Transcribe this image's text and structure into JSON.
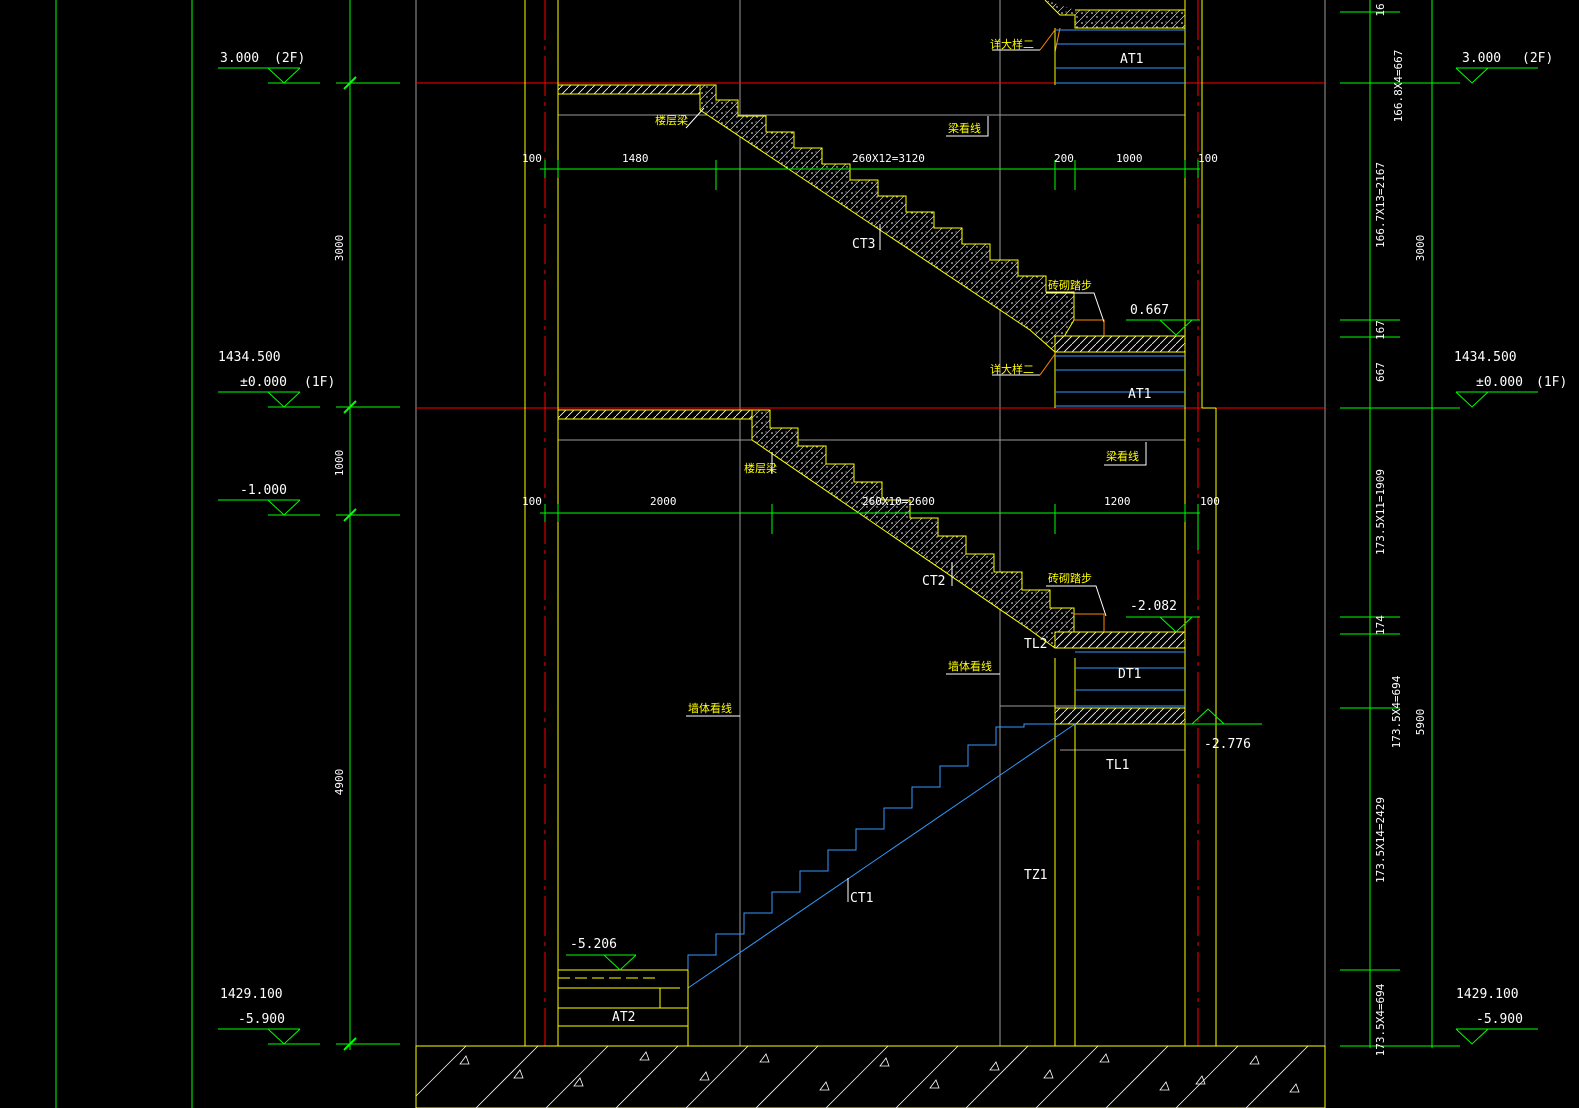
{
  "colors": {
    "background": "#000000",
    "dimension": "#00ff00",
    "axis_red": "#ff0000",
    "wall_yellow": "#ffff00",
    "stair_blue": "#3399ff",
    "leader_orange": "#ff8800",
    "grey_line": "#9a9a9a",
    "text": "#ffffff"
  },
  "levels": {
    "left_2f_value": "3.000",
    "left_2f_tag": "(2F)",
    "left_1f_abs": "1434.500",
    "left_1f_value": "±0.000",
    "left_1f_tag": "(1F)",
    "left_m1_value": "-1.000",
    "left_bottom_abs": "1429.100",
    "left_bottom_value": "-5.900",
    "right_2f_value": "3.000",
    "right_2f_tag": "(2F)",
    "right_1f_abs": "1434.500",
    "right_1f_value": "±0.000",
    "right_1f_tag": "(1F)",
    "right_bottom_abs": "1429.100",
    "right_bottom_value": "-5.900"
  },
  "left_dims": {
    "d3000": "3000",
    "d1000": "1000",
    "d4900": "4900"
  },
  "right_dims": {
    "top_small": "16",
    "r1": "166.8X4=667",
    "r2": "166.7X13=2167",
    "r3": "167",
    "r4": "667",
    "total_upper": "3000",
    "r5": "173.5X11=1909",
    "r6": "174",
    "r7": "173.5X4=694",
    "total_lower": "5900",
    "r8": "173.5X14=2429",
    "r9": "173.5X4=694"
  },
  "upper_flight_dims": {
    "d1": "100",
    "d2": "1480",
    "d3": "260X12=3120",
    "d4": "200",
    "d5": "1000",
    "d6": "100"
  },
  "lower_flight_dims": {
    "d1": "100",
    "d2": "2000",
    "d3": "260X10=2600",
    "d4": "1200",
    "d5": "100"
  },
  "labels": {
    "detail_upper": "详大样二",
    "at1_upper": "AT1",
    "floor_beam_upper": "楼层梁",
    "beam_line_upper": "梁看线",
    "ct3": "CT3",
    "brick_step_upper": "砖砌踏步",
    "level_0667": "0.667",
    "detail_mid": "详大样二",
    "at1_mid": "AT1",
    "floor_beam_lower": "楼层梁",
    "beam_line_lower": "梁看线",
    "ct2": "CT2",
    "brick_step_lower": "砖砌踏步",
    "level_m2082": "-2.082",
    "tl2": "TL2",
    "wall_line_right": "墙体看线",
    "dt1": "DT1",
    "wall_line_left": "墙体看线",
    "level_m2776": "-2.776",
    "tl1": "TL1",
    "tz1": "TZ1",
    "ct1": "CT1",
    "level_m5206": "-5.206",
    "at2": "AT2"
  }
}
